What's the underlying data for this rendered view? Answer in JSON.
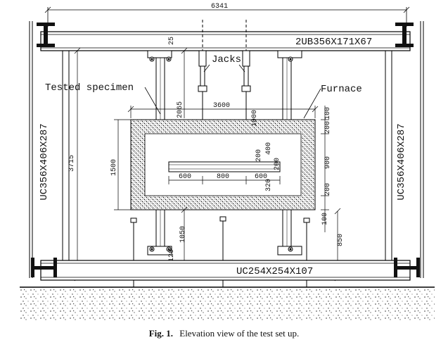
{
  "labels": {
    "top_span": "6341",
    "top_beam": "2UB356X171X67",
    "jacks": "Jacks",
    "tested_specimen": "Tested specimen",
    "furnace": "Furnace",
    "left_column": "UC356X406X287",
    "right_column": "UC356X406X287",
    "base_beam": "UC254X254X107"
  },
  "dims": {
    "d25": "25",
    "d2065": "2065",
    "d3600": "3600",
    "d3715": "3715",
    "d1500": "1500",
    "d1000": "1000",
    "d200a": "200",
    "d400": "400",
    "d200b": "200",
    "d600a": "600",
    "d800": "800",
    "d600b": "600",
    "d320": "320",
    "d100a": "100",
    "d200c": "200",
    "d900": "900",
    "d200d": "200",
    "d100b": "100",
    "d850": "850",
    "d1050": "1050",
    "d120": "120"
  },
  "caption": {
    "fig": "Fig. 1.",
    "text": "Elevation view of the test set up."
  }
}
